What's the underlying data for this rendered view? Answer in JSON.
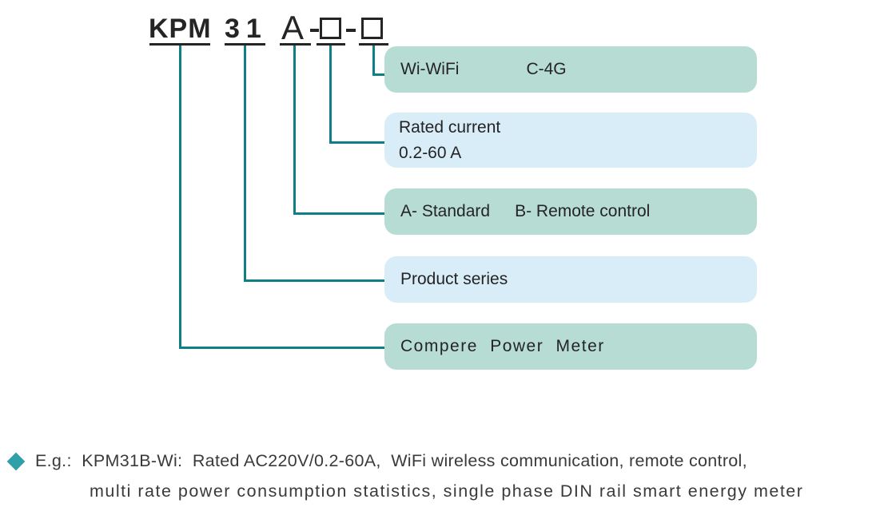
{
  "title": {
    "full": "KPM 31 A-□-□",
    "segments": [
      "KPM",
      "31",
      "A"
    ],
    "separator": "-"
  },
  "callouts": [
    {
      "id": "communication",
      "items": [
        "Wi-WiFi",
        "C-4G"
      ]
    },
    {
      "id": "rated_current",
      "lines": [
        "Rated current",
        "0.2-60 A"
      ]
    },
    {
      "id": "variant",
      "items": [
        "A- Standard",
        "B- Remote control"
      ]
    },
    {
      "id": "product_series",
      "lines": [
        "Product series"
      ]
    },
    {
      "id": "brand",
      "lines": [
        "Compere Power Meter"
      ]
    }
  ],
  "example": {
    "line1": "E.g.:  KPM31B-Wi:  Rated AC220V/0.2-60A,  WiFi wireless communication, remote control,",
    "line2": "multi rate power consumption statistics, single phase DIN rail smart energy meter"
  },
  "colors": {
    "teal_box": "#b7dcd4",
    "blue_box": "#d9edf8",
    "connector_line": "#0d7f85",
    "diamond": "#2f9fa8",
    "shadow_border": "#c9c9c9",
    "title_text": "#252525",
    "body_text": "#3a3a3a"
  }
}
